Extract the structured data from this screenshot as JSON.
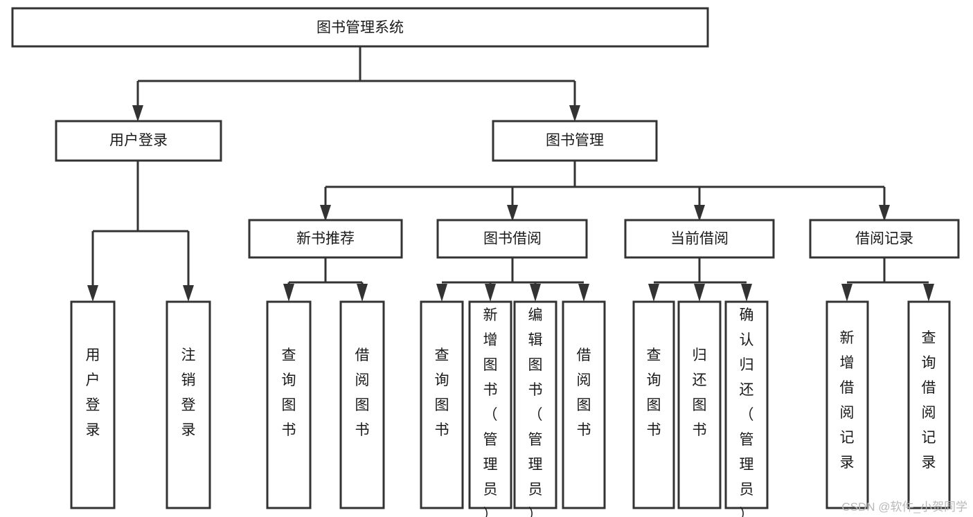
{
  "diagram": {
    "title": "图书管理系统",
    "type": "hierarchy-tree",
    "colors": {
      "background": "#ffffff",
      "box_fill": "#ffffff",
      "box_stroke": "#333333",
      "text": "#1a1a1a",
      "watermark": "#b9b9b9"
    },
    "root": {
      "label": "图书管理系统"
    },
    "level1": [
      {
        "id": "user-login",
        "label": "用户登录"
      },
      {
        "id": "book-manage",
        "label": "图书管理"
      }
    ],
    "level2": [
      {
        "id": "new-book-recommend",
        "label": "新书推荐"
      },
      {
        "id": "book-borrow",
        "label": "图书借阅"
      },
      {
        "id": "current-borrow",
        "label": "当前借阅"
      },
      {
        "id": "borrow-record",
        "label": "借阅记录"
      }
    ],
    "leaves": {
      "user_login": [
        {
          "id": "leaf-user-login",
          "label": "用户登录"
        },
        {
          "id": "leaf-logout-login",
          "label": "注销登录"
        }
      ],
      "new_book_recommend": [
        {
          "id": "leaf-query-book-1",
          "label": "查询图书"
        },
        {
          "id": "leaf-borrow-book-1",
          "label": "借阅图书"
        }
      ],
      "book_borrow": [
        {
          "id": "leaf-query-book-2",
          "label": "查询图书"
        },
        {
          "id": "leaf-add-book",
          "label": "新增图书（管理员）"
        },
        {
          "id": "leaf-edit-book",
          "label": "编辑图书（管理员）"
        },
        {
          "id": "leaf-borrow-book-2",
          "label": "借阅图书"
        }
      ],
      "current_borrow": [
        {
          "id": "leaf-query-book-3",
          "label": "查询图书"
        },
        {
          "id": "leaf-return-book",
          "label": "归还图书"
        },
        {
          "id": "leaf-confirm-return",
          "label": "确认归还（管理员）"
        }
      ],
      "borrow_record": [
        {
          "id": "leaf-add-record",
          "label": "新增借阅记录"
        },
        {
          "id": "leaf-query-record",
          "label": "查询借阅记录"
        }
      ]
    }
  },
  "watermark": {
    "text": "CSDN @软件_小贺同学"
  }
}
